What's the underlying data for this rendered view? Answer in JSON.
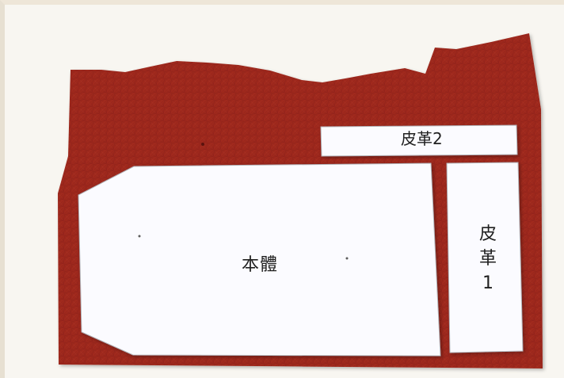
{
  "labels": {
    "body": "本體",
    "leather_2": "皮革2",
    "leather_1_lines": [
      "皮",
      "革",
      "1"
    ]
  },
  "colors": {
    "background": "#f8f6f1",
    "leather": "#9a261c",
    "leather_dark": "#7f1c15",
    "pattern_paper": "#fbfbff",
    "text": "#202020"
  }
}
